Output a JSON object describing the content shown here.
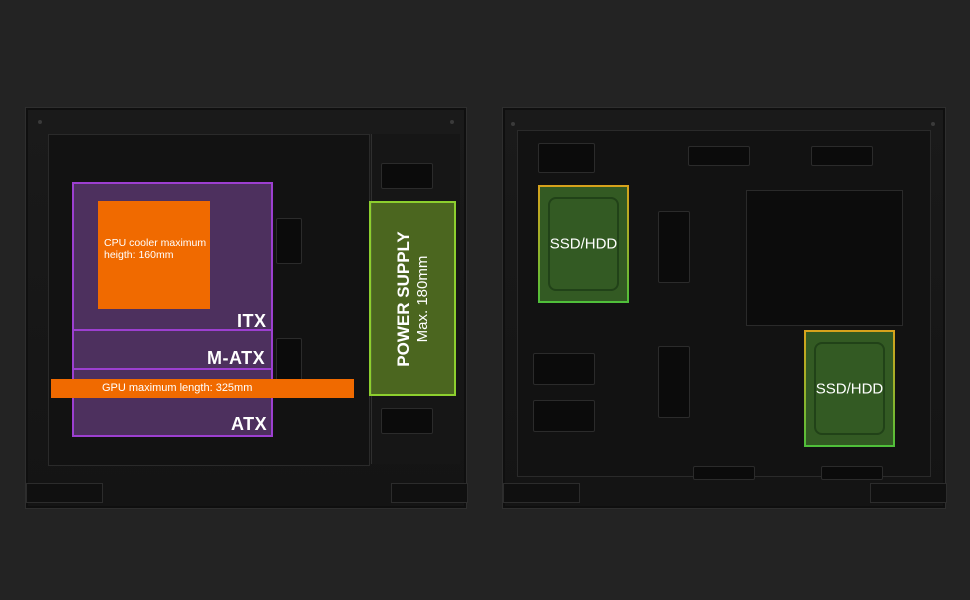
{
  "left_case": {
    "zones": {
      "itx_label": "ITX",
      "matx_label": "M-ATX",
      "atx_label": "ATX"
    },
    "cpu_cooler_text": "CPU cooler maximum heigth: 160mm",
    "gpu_text": "GPU maximum length: 325mm",
    "power_supply": {
      "title": "POWER SUPPLY",
      "subtitle": "Max. 180mm"
    }
  },
  "right_case": {
    "drive_bays": [
      {
        "label": "SSD/HDD"
      },
      {
        "label": "SSD/HDD"
      }
    ]
  },
  "colors": {
    "background": "#232323",
    "motherboard_zone": "#9c3fd0",
    "cpu_gpu_highlight": "#f06a00",
    "psu_highlight": "#8dcf2e",
    "drive_highlight_top": "#d6a21c",
    "drive_highlight_bottom": "#4fbf3a"
  }
}
